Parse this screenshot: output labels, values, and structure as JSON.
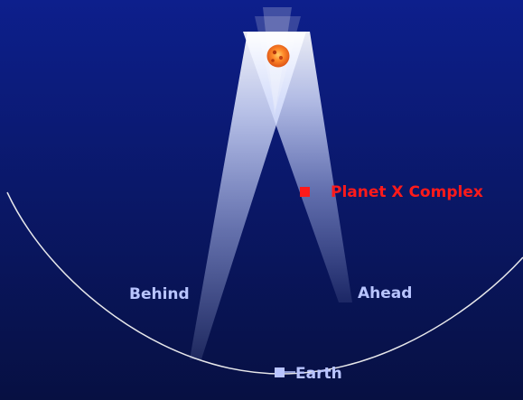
{
  "diagram": {
    "labels": {
      "planet_x": "Planet X Complex",
      "behind": "Behind",
      "ahead": "Ahead",
      "earth": "Earth"
    },
    "colors": {
      "background_top": "#0d1f8c",
      "background_bottom": "#071042",
      "orbit": "#f2f2f2",
      "beam": "#c9d5ff",
      "sun_outer": "#ff6a1a",
      "sun_inner": "#d94a12",
      "planet_x": "#ff1a1a",
      "label_light": "#b8c4ff",
      "earth_marker": "#b9c4ff"
    },
    "icons": {
      "sun": "sun-icon",
      "planet_x": "planet-x-marker-icon",
      "earth": "earth-marker-icon"
    }
  }
}
